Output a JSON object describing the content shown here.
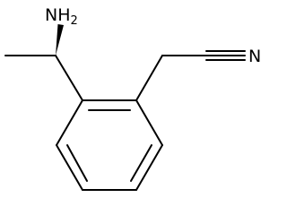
{
  "molecule": {
    "amine_label": "NH",
    "amine_subscript": "2",
    "nitrile_label": "N"
  },
  "colors": {
    "bond": "#000000",
    "background": "#ffffff"
  }
}
